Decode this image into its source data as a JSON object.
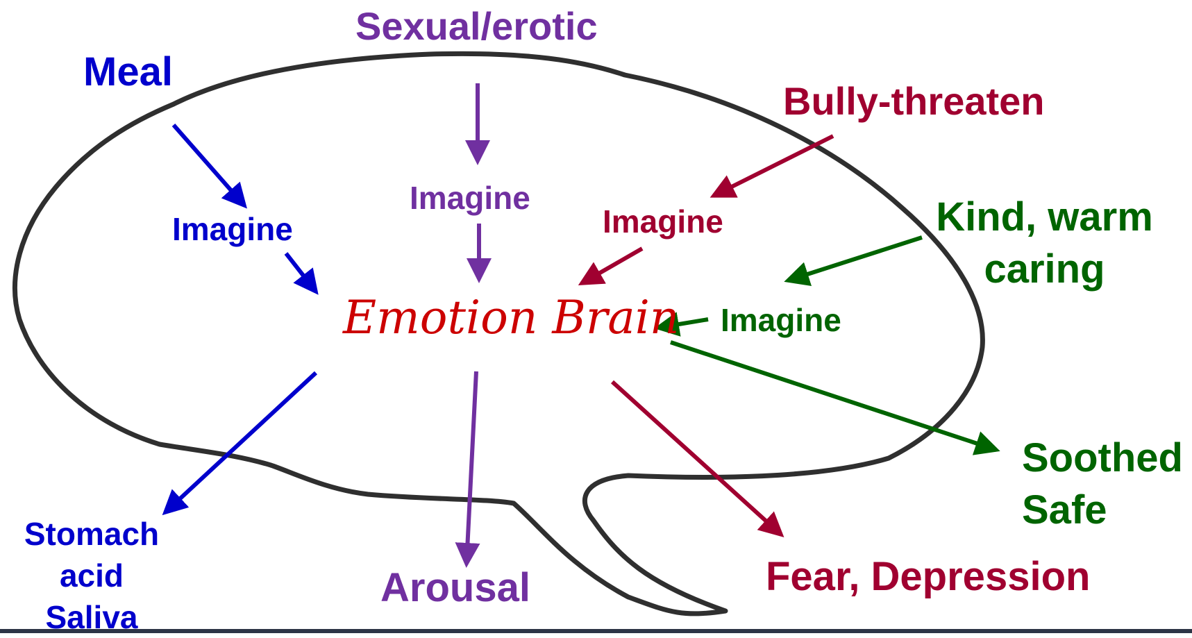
{
  "colors": {
    "meal": "#0000cc",
    "sexual": "#7030a0",
    "bully": "#a00030",
    "kind": "#006400",
    "emotion": "#cc0000",
    "outline": "#2f2f2f",
    "bottom_bar": "#2d3446"
  },
  "labels": {
    "meal": "Meal",
    "meal_imagine": "Imagine",
    "meal_outcome": "Stomach\nacid\nSaliva",
    "sexual": "Sexual/erotic",
    "sexual_imagine": "Imagine",
    "sexual_outcome": "Arousal",
    "bully": "Bully-threaten",
    "bully_imagine": "Imagine",
    "bully_outcome": "Fear, Depression",
    "kind": "Kind, warm\ncaring",
    "kind_imagine": "Imagine",
    "kind_outcome": "Soothed\nSafe",
    "center": "Emotion Brain"
  }
}
